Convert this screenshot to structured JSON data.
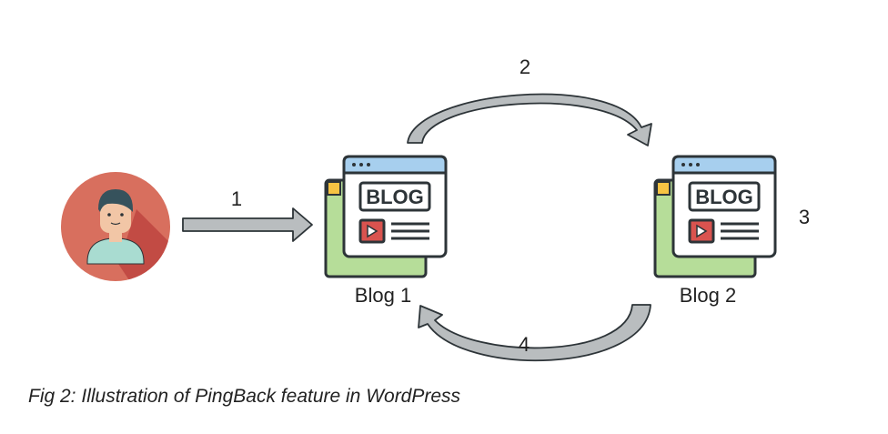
{
  "steps": {
    "s1": "1",
    "s2": "2",
    "s3": "3",
    "s4": "4"
  },
  "blog1": {
    "label": "Blog 1",
    "badge": "BLOG"
  },
  "blog2": {
    "label": "Blog 2",
    "badge": "BLOG"
  },
  "caption": "Fig 2: Illustration of PingBack feature in WordPress",
  "colors": {
    "avatar_bg": "#d86f5e",
    "avatar_shadow": "#c24b44",
    "shirt": "#a9dcd1",
    "skin": "#f2c6a6",
    "hair": "#36525c",
    "arrow_fill": "#b9bdbf",
    "arrow_stroke": "#2d3438",
    "page_back": "#b6dd99",
    "window_bar": "#a7cfee",
    "tab_yellow": "#f6c343",
    "play_red": "#d9534f"
  },
  "icons": [
    "user-avatar-icon",
    "arrow-right-icon",
    "blog-window-icon",
    "curved-arrow-icon"
  ]
}
